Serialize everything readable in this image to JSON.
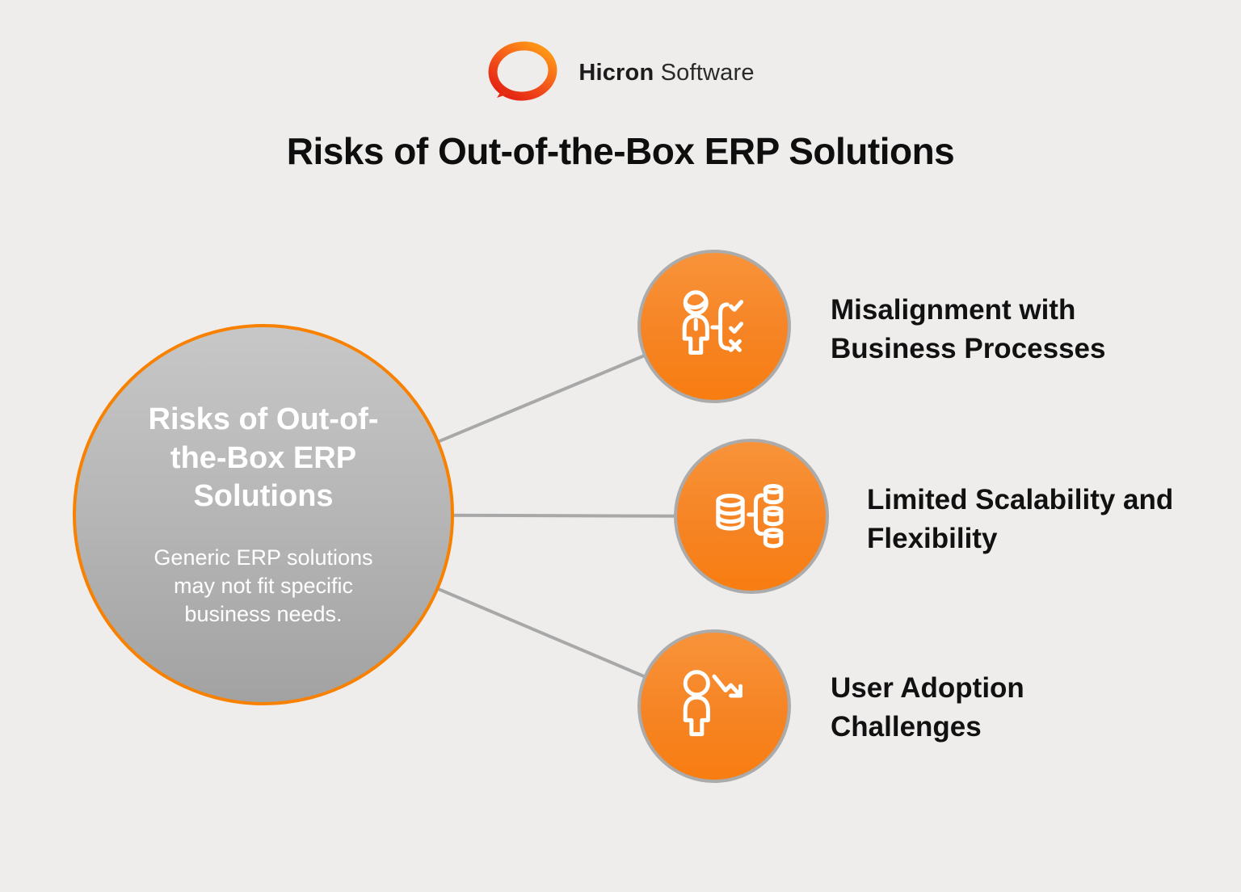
{
  "header": {
    "brand": {
      "bold": "Hicron",
      "light": "Software"
    },
    "title": "Risks of Out-of-the-Box ERP Solutions"
  },
  "center_node": {
    "heading": "Risks of Out-of-the-Box ERP Solutions",
    "description": "Generic ERP solutions may not fit specific business needs."
  },
  "branches": [
    {
      "label": "Misalignment with Business Processes",
      "icon": "person-checklist-icon"
    },
    {
      "label": "Limited Scalability and Flexibility",
      "icon": "database-scaling-icon"
    },
    {
      "label": "User Adoption Challenges",
      "icon": "person-decline-arrow-icon"
    }
  ],
  "colors": {
    "background": "#eeedec",
    "accent_orange": "#f68424",
    "center_border_orange": "#f88102",
    "branch_border_gray": "#ababab",
    "connector_gray": "#a8a8a8",
    "center_fill_top": "#c7c7c7",
    "center_fill_bottom": "#a2a2a2",
    "text_dark": "#111111",
    "text_white": "#ffffff",
    "logo_gradient_start": "#ff9418",
    "logo_gradient_end": "#e42313"
  }
}
